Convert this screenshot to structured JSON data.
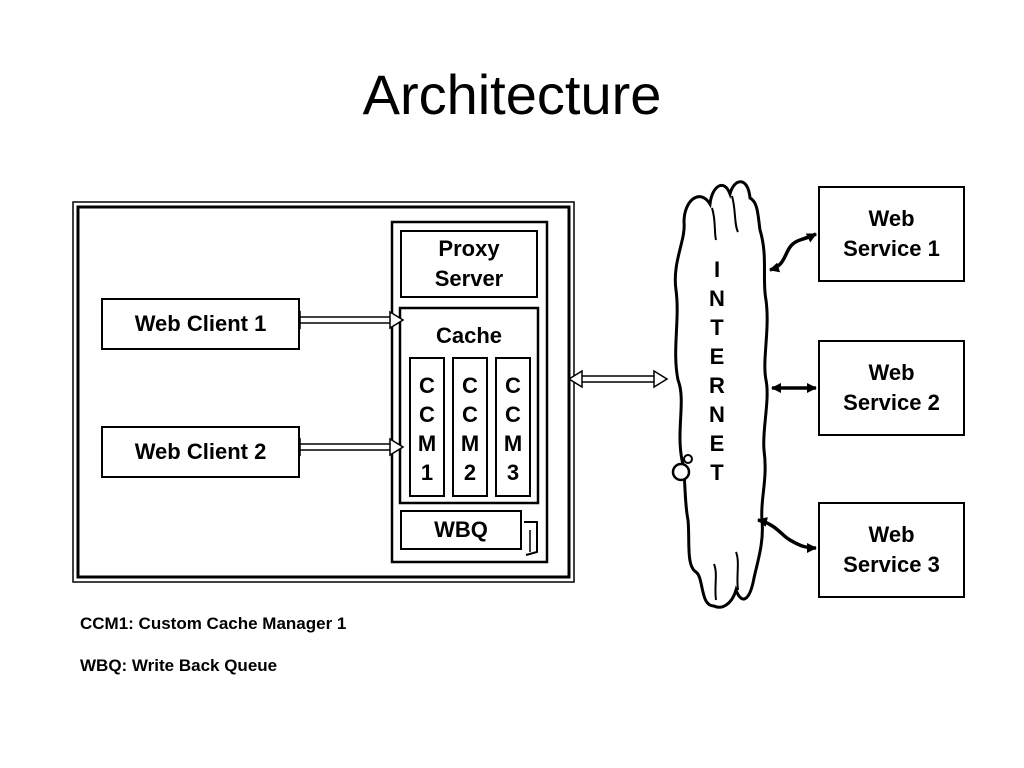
{
  "title": "Architecture",
  "clients": [
    "Web Client 1",
    "Web Client 2"
  ],
  "proxy": "Proxy\nServer",
  "cache": "Cache",
  "ccms": [
    [
      "C",
      "C",
      "M",
      "1"
    ],
    [
      "C",
      "C",
      "M",
      "2"
    ],
    [
      "C",
      "C",
      "M",
      "3"
    ]
  ],
  "wbq": "WBQ",
  "internet": [
    "I",
    "N",
    "T",
    "E",
    "R",
    "N",
    "E",
    "T"
  ],
  "services": [
    "Web\nService 1",
    "Web\nService 2",
    "Web\nService 3"
  ],
  "legend": [
    "CCM1: Custom Cache Manager 1",
    "WBQ: Write Back Queue"
  ]
}
